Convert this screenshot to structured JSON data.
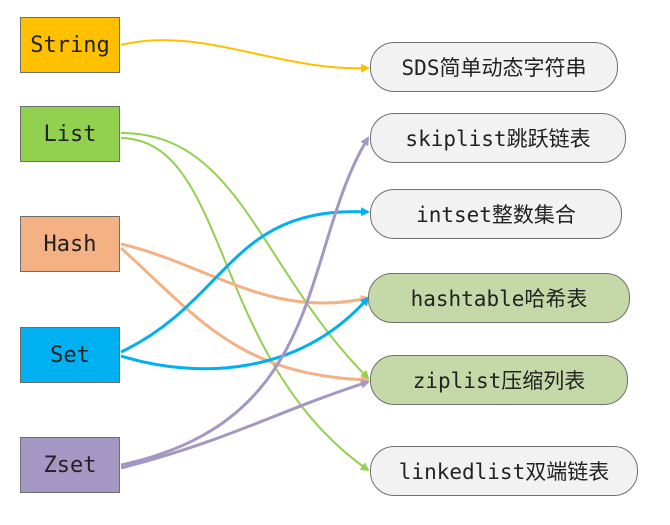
{
  "diagram": {
    "colors": {
      "string": "#FFC000",
      "list": "#92D050",
      "hash": "#F4B183",
      "set": "#00B0F0",
      "zset": "#A497C3",
      "encoding_plain": "#F2F2F2",
      "encoding_green": "#C5D9A8",
      "edge_string": "#FFC000",
      "edge_list": "#92D050",
      "edge_hash": "#F4B183",
      "edge_set": "#00B0F0",
      "edge_zset": "#A497C3"
    },
    "types": [
      {
        "id": "string",
        "label": "String"
      },
      {
        "id": "list",
        "label": "List"
      },
      {
        "id": "hash",
        "label": "Hash"
      },
      {
        "id": "set",
        "label": "Set"
      },
      {
        "id": "zset",
        "label": "Zset"
      }
    ],
    "encodings": [
      {
        "id": "sds",
        "label": "SDS简单动态字符串"
      },
      {
        "id": "skiplist",
        "label": "skiplist跳跃链表"
      },
      {
        "id": "intset",
        "label": "intset整数集合"
      },
      {
        "id": "hashtable",
        "label": "hashtable哈希表"
      },
      {
        "id": "ziplist",
        "label": "ziplist压缩列表"
      },
      {
        "id": "linkedlist",
        "label": "linkedlist双端链表"
      }
    ],
    "edges": [
      {
        "from": "string",
        "to": "sds"
      },
      {
        "from": "list",
        "to": "ziplist"
      },
      {
        "from": "list",
        "to": "linkedlist"
      },
      {
        "from": "hash",
        "to": "hashtable"
      },
      {
        "from": "hash",
        "to": "ziplist"
      },
      {
        "from": "set",
        "to": "intset"
      },
      {
        "from": "set",
        "to": "hashtable"
      },
      {
        "from": "zset",
        "to": "skiplist"
      },
      {
        "from": "zset",
        "to": "ziplist"
      }
    ]
  }
}
